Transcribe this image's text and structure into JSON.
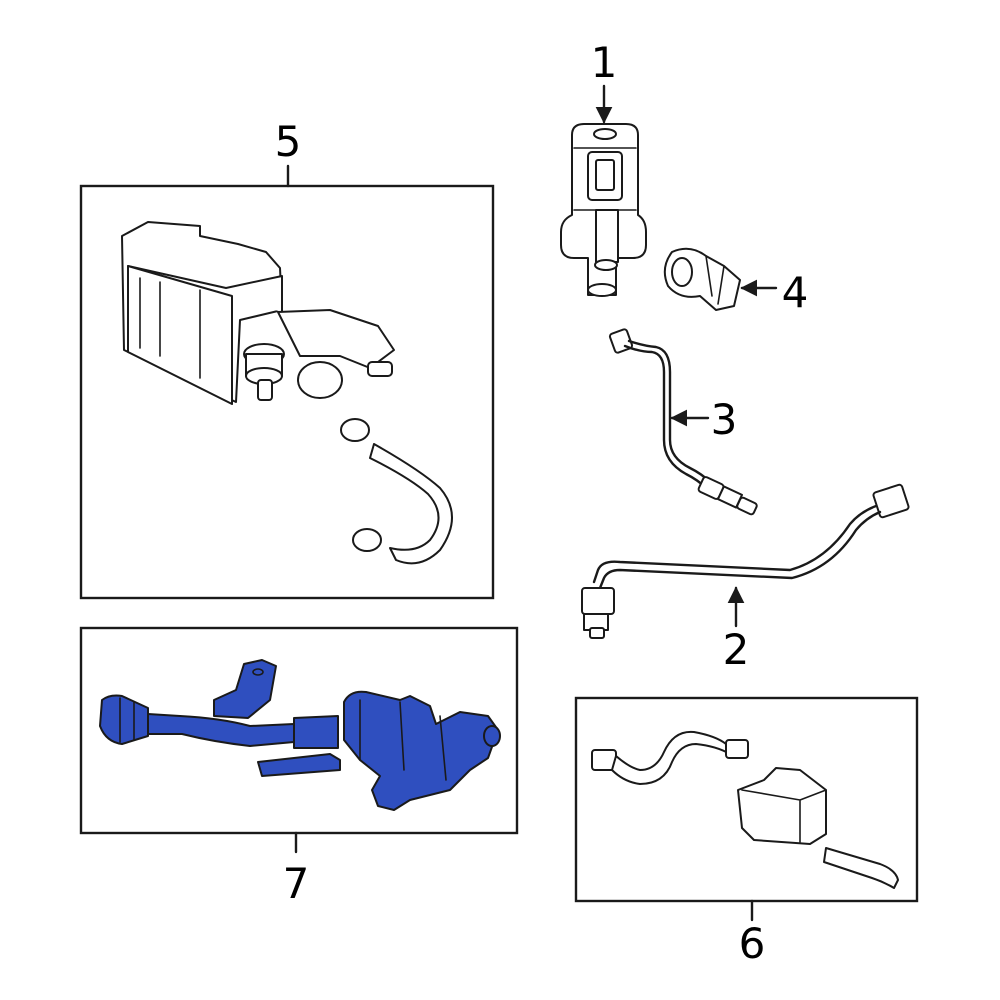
{
  "callouts": {
    "c1": "1",
    "c2": "2",
    "c3": "3",
    "c4": "4",
    "c5": "5",
    "c6": "6",
    "c7": "7"
  },
  "colors": {
    "highlight": "#2f4fbf",
    "line": "#1a1a1a",
    "background": "#ffffff"
  }
}
